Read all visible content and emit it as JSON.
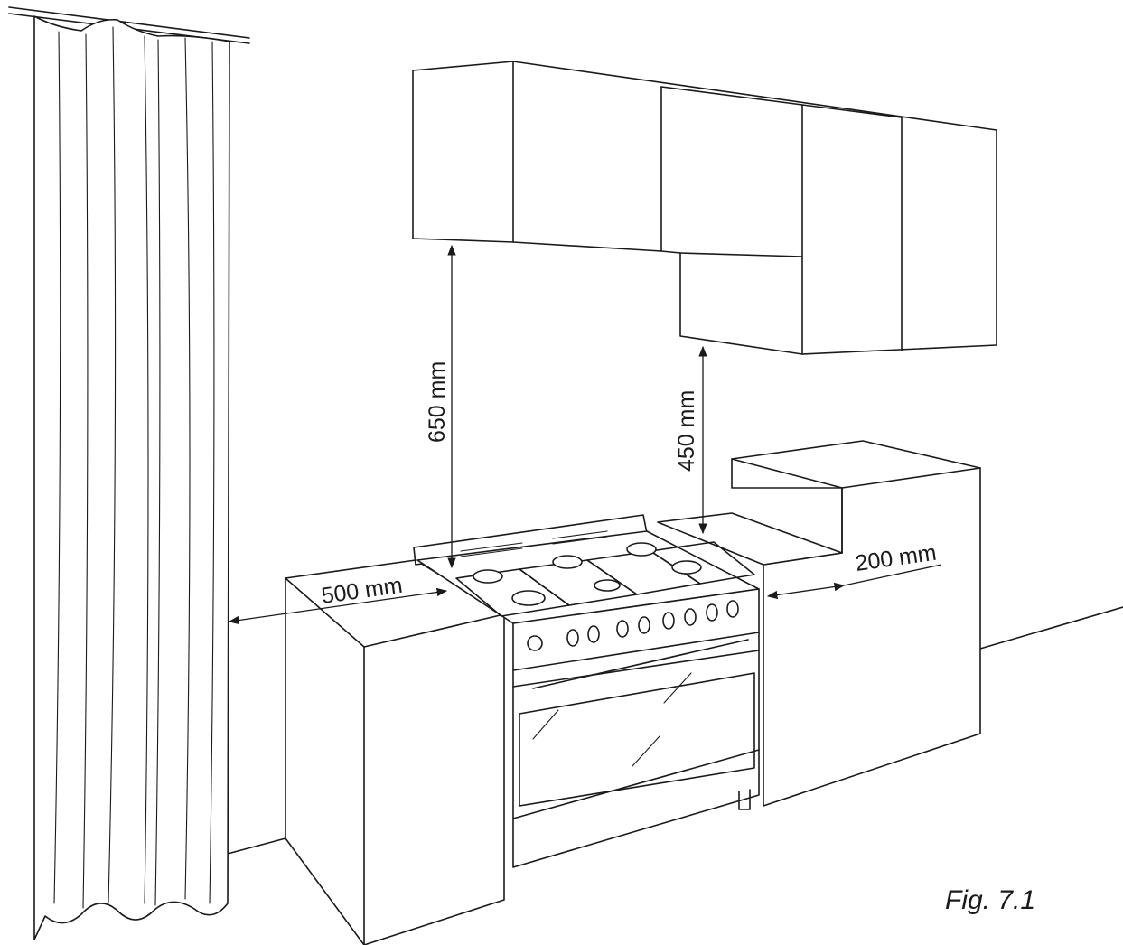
{
  "figure": {
    "caption": "Fig. 7.1"
  },
  "dimensions": {
    "cabinet_clearance": "650 mm",
    "hood_clearance": "450 mm",
    "side_clearance_left": "500 mm",
    "side_clearance_right": "200 mm"
  },
  "colors": {
    "line": "#1a1a1a",
    "background": "#ffffff"
  }
}
